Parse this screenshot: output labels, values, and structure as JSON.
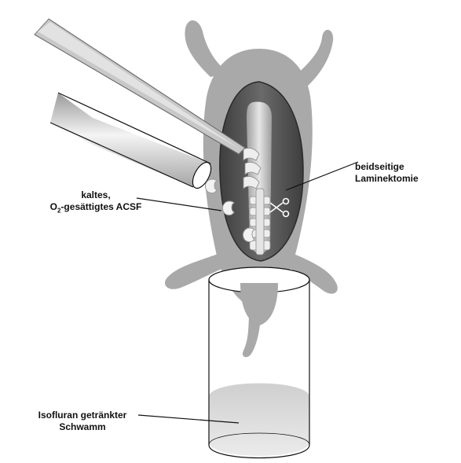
{
  "labels": {
    "laminectomy_line1": "beidseitige",
    "laminectomy_line2": "Laminektomie",
    "acsf_line1": "kaltes,",
    "acsf_line2_prefix": "O",
    "acsf_line2_sub": "2",
    "acsf_line2_suffix": "-gesättigtes ACSF",
    "sponge_line1": "Isofluran getränkter",
    "sponge_line2": "Schwamm"
  },
  "colors": {
    "body": "#a9a9a9",
    "opening": "#555555",
    "spinal_cord": "#dcdcdc",
    "pipette": "#c8c8c8",
    "sponge": "#d9d9d9",
    "line": "#111111"
  }
}
